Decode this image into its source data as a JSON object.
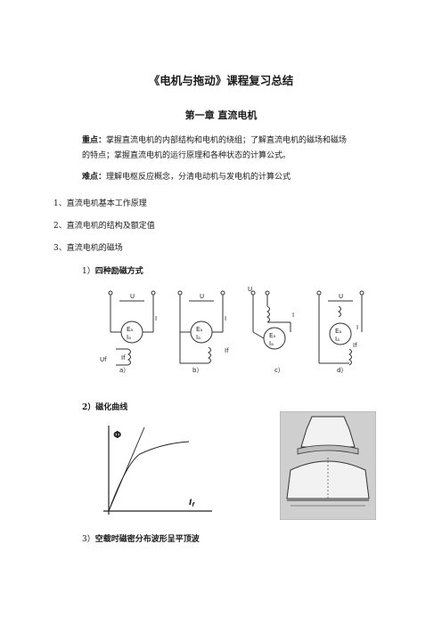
{
  "document": {
    "title": "《电机与拖动》课程复习总结",
    "chapter_title": "第一章 直流电机",
    "key_points": {
      "label": "重点：",
      "line1": "掌握直流电机的内部结构和电机的绕组；了解直流电机的磁场和磁场",
      "line2": "的特点；掌握直流电机的运行原理和各种状态的计算公式。"
    },
    "difficulties": {
      "label": "难点：",
      "text": "理解电枢反应概念，分清电动机与发电机的计算公式"
    },
    "items": [
      "1、直流电机基本工作原理",
      "2、直流电机的结构及额定值",
      "3、直流电机的磁场"
    ],
    "sub1": {
      "number": "1）",
      "text": "四种励磁方式"
    },
    "sub2": {
      "number": "2）",
      "text": "磁化曲线"
    },
    "sub3": {
      "number": "3）",
      "text": "空载时磁密分布波形呈平顶波"
    }
  },
  "figures": {
    "excitation": {
      "labels": {
        "U": "U",
        "I": "I",
        "Ea": "Eₐ",
        "Ia": "Iₐ",
        "If": "If",
        "Uf": "Uf"
      },
      "captions": [
        "a）",
        "b）",
        "c）",
        "d）"
      ]
    },
    "magnetization": {
      "y_label": "Φ",
      "x_label": "I",
      "x_label_sub": "f"
    }
  }
}
